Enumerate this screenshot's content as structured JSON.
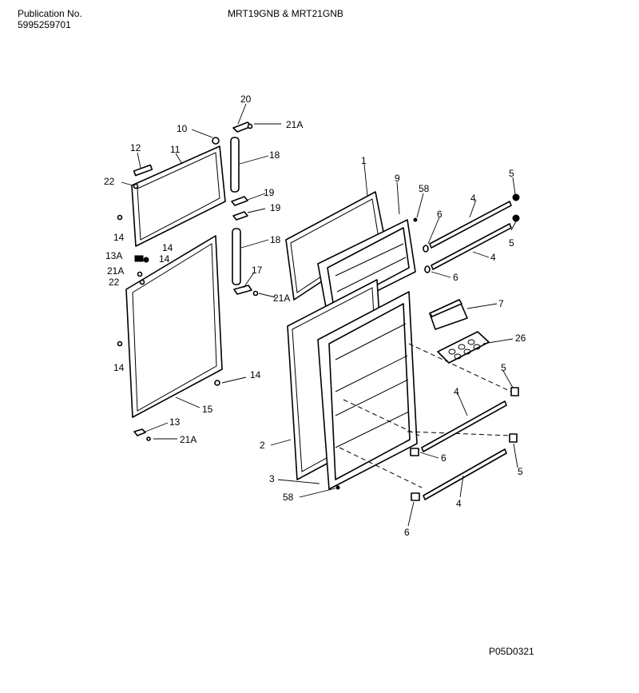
{
  "header": {
    "publication_label": "Publication No.",
    "publication_number": "5995259701",
    "model_title": "MRT19GNB & MRT21GNB"
  },
  "footer": {
    "diagram_code": "P05D0321"
  },
  "callouts": {
    "c20": "20",
    "c21a_top": "21A",
    "c10": "10",
    "c18_top": "18",
    "c12": "12",
    "c11": "11",
    "c22_top": "22",
    "c19_a": "19",
    "c19_b": "19",
    "c14_a": "14",
    "c13a": "13A",
    "c14_b": "14",
    "c14_c": "14",
    "c21a_left": "21A",
    "c22_mid": "22",
    "c18_mid": "18",
    "c17": "17",
    "c21a_mid": "21A",
    "c14_d": "14",
    "c14_e": "14",
    "c15": "15",
    "c13": "13",
    "c21a_bot": "21A",
    "c1": "1",
    "c9": "9",
    "c58_top": "58",
    "c5_a": "5",
    "c4_a": "4",
    "c6_a": "6",
    "c5_b": "5",
    "c4_b": "4",
    "c6_b": "6",
    "c7": "7",
    "c26": "26",
    "c5_c": "5",
    "c4_c": "4",
    "c2": "2",
    "c6_c": "6",
    "c3": "3",
    "c5_d": "5",
    "c58_bot": "58",
    "c4_d": "4",
    "c6_d": "6"
  }
}
